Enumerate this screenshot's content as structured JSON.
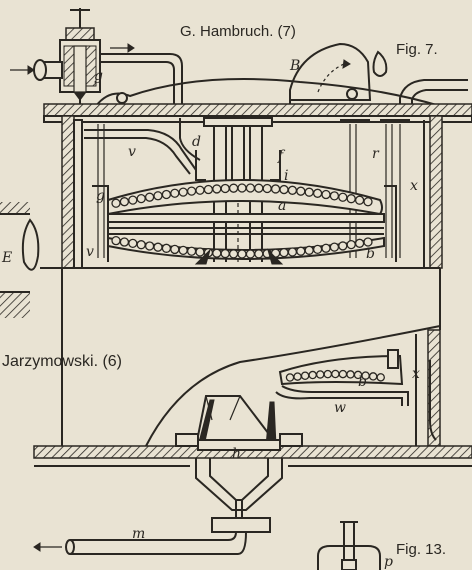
{
  "captions": {
    "hambruch": "G. Hambruch. (7)",
    "jarzymowski": "Jarzymowski. (6)",
    "fig7": "Fig. 7.",
    "fig13": "Fig. 13."
  },
  "labels": {
    "g_top": "g",
    "B": "B",
    "d": "d",
    "f": "f",
    "v_upper": "v",
    "r": "r",
    "i": "i",
    "x_upper": "x",
    "g_left": "g",
    "a": "a",
    "E": "E",
    "v_lower": "v",
    "b_upper": "b",
    "b_lower": "b",
    "x_lower": "x",
    "w": "w",
    "h": "h",
    "m": "m",
    "p": "p"
  },
  "colors": {
    "ink": "#2a2722",
    "paper": "#e9e3d3"
  }
}
